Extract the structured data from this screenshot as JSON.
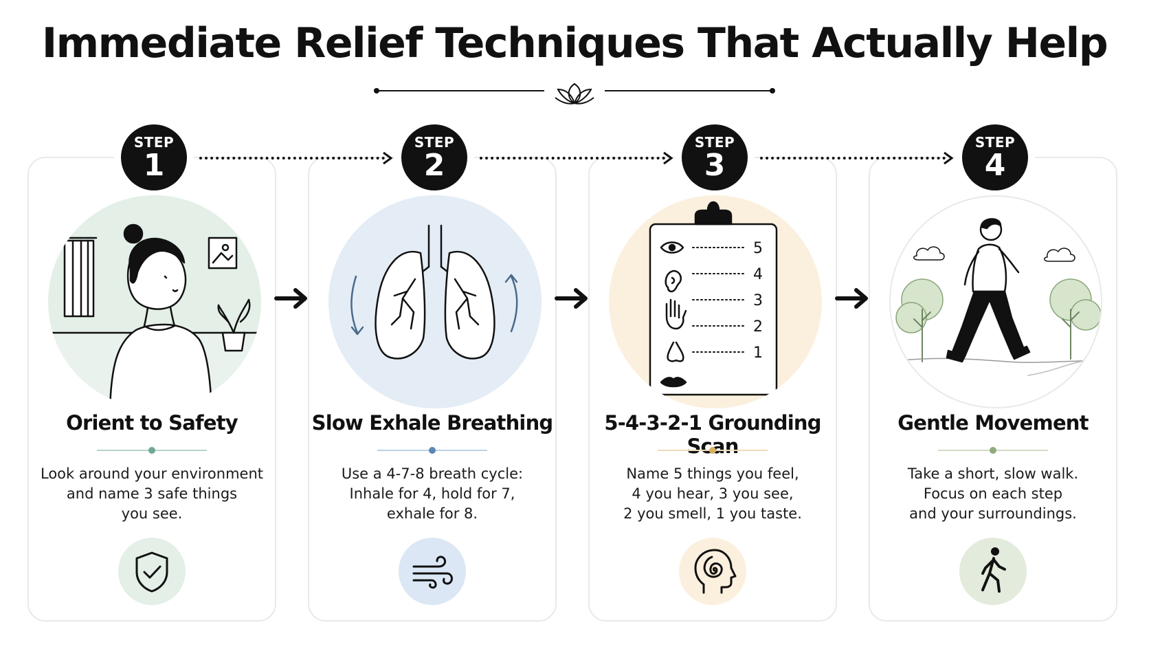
{
  "title": "Immediate Relief Techniques That Actually Help",
  "colors": {
    "green_tint": "#e3efe7",
    "blue_tint": "#e4ecf5",
    "peach_tint": "#fbf0de",
    "sage_tint": "#e3ebdc",
    "ink": "#111111"
  },
  "steps": [
    {
      "step_label": "STEP",
      "number": "1",
      "title": "Orient to Safety",
      "description": [
        "Look around your environment",
        "and name 3 safe things",
        "you see."
      ],
      "icon": "shield-check-icon",
      "accent": "#7fb3a0"
    },
    {
      "step_label": "STEP",
      "number": "2",
      "title": "Slow Exhale Breathing",
      "description": [
        "Use a 4-7-8 breath cycle:",
        "Inhale for 4, hold for 7,",
        "exhale for 8."
      ],
      "icon": "wind-icon",
      "accent": "#8fb0d4"
    },
    {
      "step_label": "STEP",
      "number": "3",
      "title": "5-4-3-2-1 Grounding Scan",
      "description": [
        "Name 5 things you feel,",
        "4 you hear, 3 you see,",
        "2 you smell, 1 you taste."
      ],
      "icon": "head-spiral-icon",
      "accent": "#e2c48a",
      "checklist": [
        "5",
        "4",
        "3",
        "2",
        "1"
      ]
    },
    {
      "step_label": "STEP",
      "number": "4",
      "title": "Gentle Movement",
      "description": [
        "Take a short, slow walk.",
        "Focus on each step",
        "and your surroundings."
      ],
      "icon": "walking-person-icon",
      "accent": "#a9c199"
    }
  ]
}
